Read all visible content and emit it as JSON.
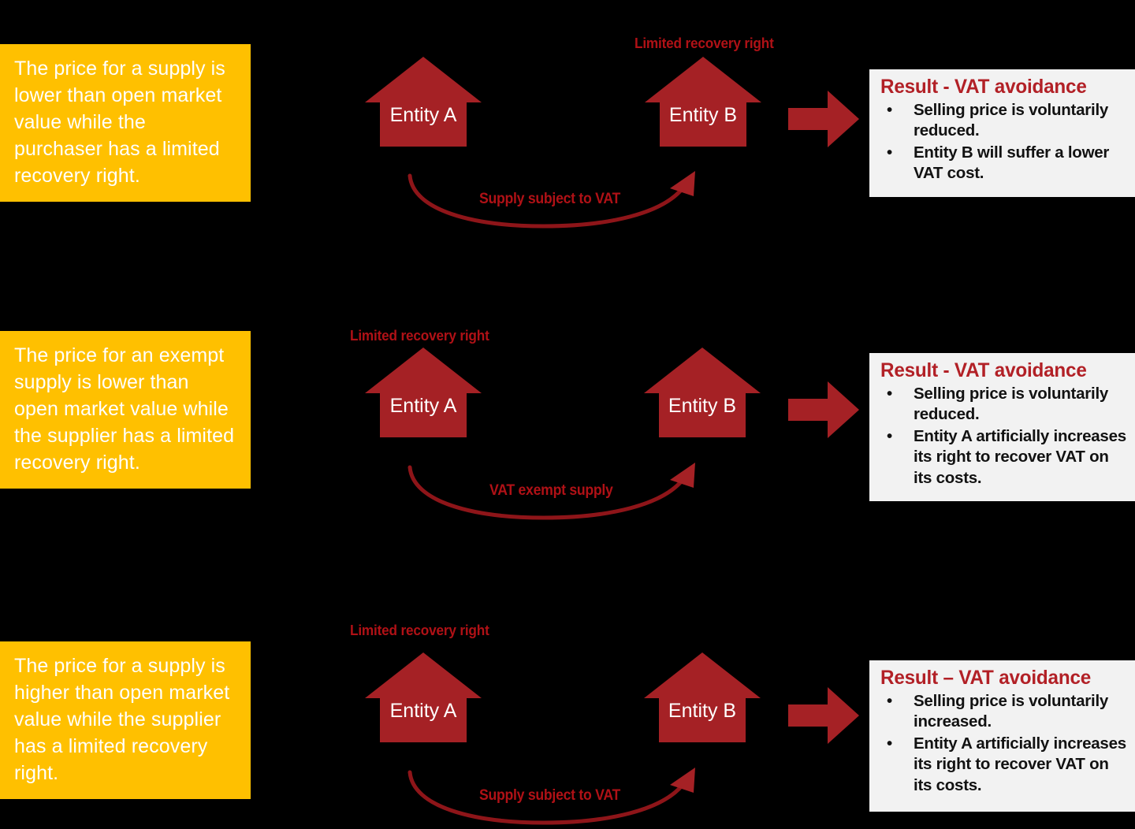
{
  "colors": {
    "background": "#000000",
    "highlight_yellow": "#FFC000",
    "entity_red": "#A52125",
    "caption_red": "#B01116",
    "result_heading_red": "#B22026",
    "result_box_gray": "#F2F2F2",
    "white_text": "#FFFFFF"
  },
  "rows": [
    {
      "description": "The price for a supply is lower than open market value while the purchaser has a limited recovery right.",
      "entity_a_label": "Entity A",
      "entity_b_label": "Entity B",
      "recovery_caption": "Limited recovery right",
      "recovery_caption_side": "right",
      "supply_label": "Supply subject to VAT",
      "result": {
        "title": "Result - VAT avoidance",
        "bullet_char": "•",
        "bullets": [
          "Selling price is voluntarily reduced.",
          "Entity B will suffer a lower VAT cost."
        ]
      }
    },
    {
      "description": "The price for an exempt supply is lower than open market value while the supplier has a limited recovery right.",
      "entity_a_label": "Entity A",
      "entity_b_label": "Entity B",
      "recovery_caption": "Limited recovery right",
      "recovery_caption_side": "left",
      "supply_label": "VAT exempt supply",
      "result": {
        "title": "Result - VAT avoidance",
        "bullet_char": "•",
        "bullets": [
          "Selling price is voluntarily reduced.",
          "Entity A artificially increases its right to recover VAT on its costs."
        ]
      }
    },
    {
      "description": "The price for a supply is higher than open market value while the supplier has a limited recovery right.",
      "entity_a_label": "Entity A",
      "entity_b_label": "Entity B",
      "recovery_caption": "Limited recovery right",
      "recovery_caption_side": "left",
      "supply_label": "Supply subject to VAT",
      "result": {
        "title": "Result – VAT avoidance",
        "bullet_char": "•",
        "bullets": [
          "Selling price is voluntarily increased.",
          "Entity A artificially increases its right to recover VAT on its costs."
        ]
      }
    }
  ]
}
